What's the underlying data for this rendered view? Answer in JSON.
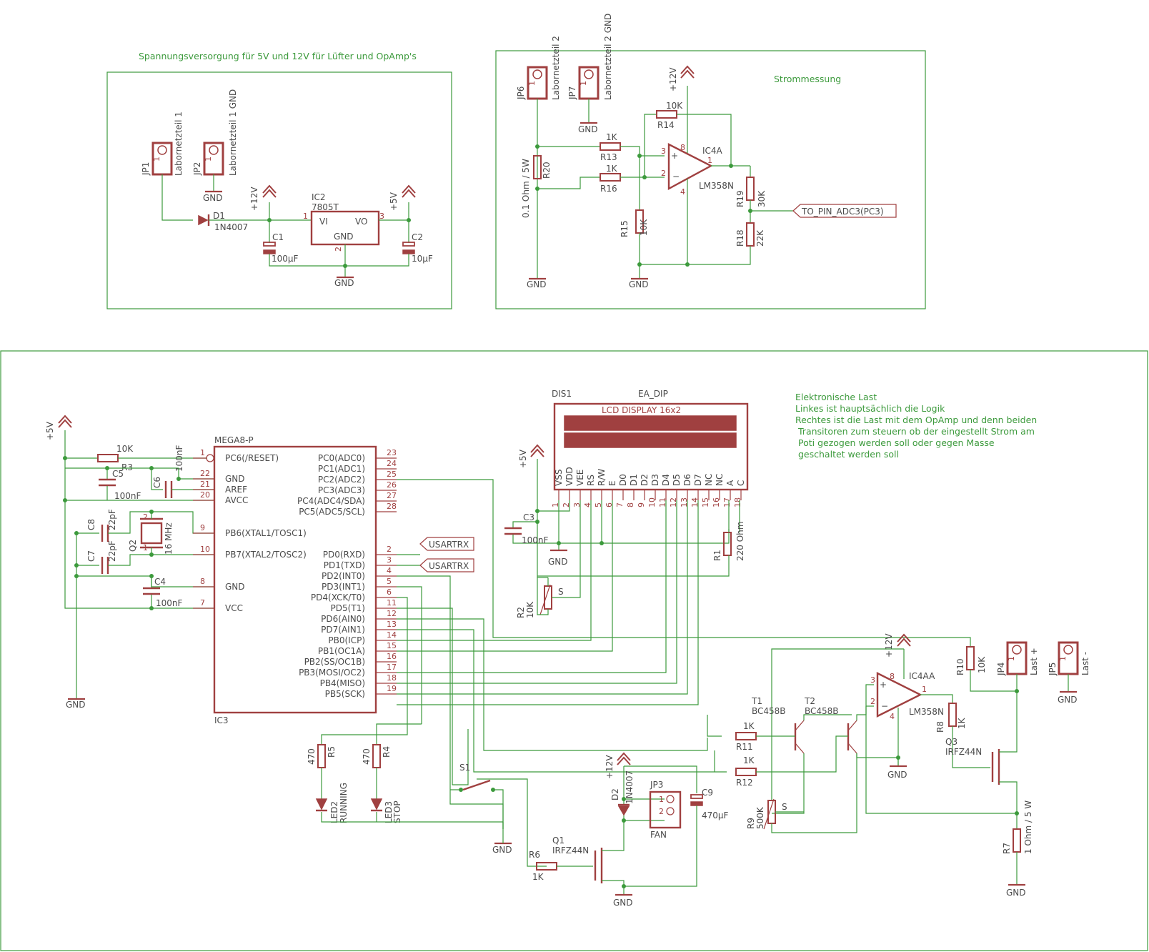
{
  "notes": {
    "supply": "Spannungsversorgung für 5V und 12V für Lüfter und OpAmp's",
    "current": "Strommessung",
    "load1": "Elektronische Last",
    "load2": "Linkes ist hauptsächlich die Logik",
    "load3": "Rechtes ist die Last mit dem OpAmp und denn beiden",
    "load4": "Transitoren zum steuern ob der eingestellt Strom am",
    "load5": "Poti gezogen werden soll oder gegen Masse",
    "load6": "geschaltet werden soll"
  },
  "supply": {
    "jp1": "JP1",
    "jp1_val": "Labornetzteil 1",
    "jp2": "JP2",
    "jp2_val": "Labornetzteil 1 GND",
    "gnd": "GND",
    "d1": "D1",
    "d1_val": "1N4007",
    "v12": "+12V",
    "v5": "+5V",
    "ic2": "IC2",
    "ic2_val": "7805T",
    "vi": "VI",
    "vo": "VO",
    "ic_gnd": "GND",
    "c1": "C1",
    "c1_val": "100µF",
    "c2": "C2",
    "c2_val": "10µF",
    "pin1": "1",
    "pin2": "2",
    "pin3": "3"
  },
  "current": {
    "jp6": "JP6",
    "jp6_val": "Labornetzteil 2",
    "jp7": "JP7",
    "jp7_val": "Labornetzteil 2 GND",
    "gnd": "GND",
    "v12": "+12V",
    "r14": "R14",
    "r14_val": "10K",
    "r13": "R13",
    "r13_val": "1K",
    "r16": "R16",
    "r16_val": "1K",
    "r15": "R15",
    "r15_val": "10K",
    "r20": "R20",
    "r20_val": "0.1 Ohm / 5W",
    "r19": "R19",
    "r19_val": "30K",
    "r18": "R18",
    "r18_val": "22K",
    "ic4a": "IC4A",
    "ic4a_val": "LM358N",
    "label_adc": "TO_PIN_ADC3(PC3)",
    "p1": "1",
    "p2": "2",
    "p3": "3",
    "p4": "4",
    "p8": "8"
  },
  "mcu": {
    "name": "MEGA8-P",
    "ref": "IC3",
    "left_pins": [
      {
        "num": "1",
        "label": "PC6(/RESET)"
      },
      {
        "num": "22",
        "label": "GND"
      },
      {
        "num": "21",
        "label": "AREF"
      },
      {
        "num": "20",
        "label": "AVCC"
      },
      {
        "num": "9",
        "label": "PB6(XTAL1/TOSC1)"
      },
      {
        "num": "10",
        "label": "PB7(XTAL2/TOSC2)"
      },
      {
        "num": "8",
        "label": "GND"
      },
      {
        "num": "7",
        "label": "VCC"
      }
    ],
    "right_pins": [
      {
        "num": "23",
        "label": "PC0(ADC0)"
      },
      {
        "num": "24",
        "label": "PC1(ADC1)"
      },
      {
        "num": "25",
        "label": "PC2(ADC2)"
      },
      {
        "num": "26",
        "label": "PC3(ADC3)"
      },
      {
        "num": "27",
        "label": "PC4(ADC4/SDA)"
      },
      {
        "num": "28",
        "label": "PC5(ADC5/SCL)"
      },
      {
        "num": "2",
        "label": "PD0(RXD)"
      },
      {
        "num": "3",
        "label": "PD1(TXD)"
      },
      {
        "num": "4",
        "label": "PD2(INT0)"
      },
      {
        "num": "5",
        "label": "PD3(INT1)"
      },
      {
        "num": "6",
        "label": "PD4(XCK/T0)"
      },
      {
        "num": "11",
        "label": "PD5(T1)"
      },
      {
        "num": "12",
        "label": "PD6(AIN0)"
      },
      {
        "num": "13",
        "label": "PD7(AIN1)"
      },
      {
        "num": "14",
        "label": "PB0(ICP)"
      },
      {
        "num": "15",
        "label": "PB1(OC1A)"
      },
      {
        "num": "16",
        "label": "PB2(SS/OC1B)"
      },
      {
        "num": "17",
        "label": "PB3(MOSI/OC2)"
      },
      {
        "num": "18",
        "label": "PB4(MISO)"
      },
      {
        "num": "19",
        "label": "PB5(SCK)"
      }
    ]
  },
  "logic": {
    "v5": "+5V",
    "gnd": "GND",
    "r3": "R3",
    "r3_val": "10K",
    "c5": "C5",
    "c5_val": "100nF",
    "c6": "C6",
    "c6_val": "100nF",
    "c8": "C8",
    "c8_val": "22pF",
    "c7": "C7",
    "c7_val": "22pF",
    "q2": "Q2",
    "q2_val": "16 MHz",
    "c4": "C4",
    "c4_val": "100nF",
    "usart1": "USARTRX",
    "usart2": "USARTRX",
    "r5": "R5",
    "r5_val": "470",
    "r4": "R4",
    "r4_val": "470",
    "led2": "LED2",
    "led2_val": "RUNNING",
    "led3": "LED3",
    "led3_val": "STOP",
    "s1": "S1",
    "q1": "Q1",
    "q1_val": "IRFZ44N",
    "r6": "R6",
    "r6_val": "1K",
    "d2": "D2",
    "d2_val": "1N4007",
    "jp3": "JP3",
    "jp3_val": "FAN",
    "c9": "C9",
    "c9_val": "470µF",
    "v12": "+12V"
  },
  "lcd": {
    "ref": "DIS1",
    "val": "EA_DIP",
    "title": "LCD DISPLAY 16x2",
    "pins": [
      {
        "num": "1",
        "label": "VSS"
      },
      {
        "num": "2",
        "label": "VDD"
      },
      {
        "num": "3",
        "label": "VEE"
      },
      {
        "num": "4",
        "label": "RS"
      },
      {
        "num": "5",
        "label": "R/W"
      },
      {
        "num": "6",
        "label": "E"
      },
      {
        "num": "7",
        "label": "D0"
      },
      {
        "num": "8",
        "label": "D1"
      },
      {
        "num": "9",
        "label": "D2"
      },
      {
        "num": "10",
        "label": "D3"
      },
      {
        "num": "11",
        "label": "D4"
      },
      {
        "num": "12",
        "label": "D5"
      },
      {
        "num": "13",
        "label": "D6"
      },
      {
        "num": "14",
        "label": "D7"
      },
      {
        "num": "15",
        "label": "NC"
      },
      {
        "num": "16",
        "label": "NC"
      },
      {
        "num": "17",
        "label": "A"
      },
      {
        "num": "18",
        "label": "C"
      }
    ],
    "v5": "+5V",
    "c3": "C3",
    "c3_val": "100nF",
    "gnd": "GND",
    "r1": "R1",
    "r1_val": "220 Ohm",
    "r2": "R2",
    "r2_val": "10K"
  },
  "load": {
    "v12": "+12V",
    "t1": "T1",
    "t1_val": "BC458B",
    "t2": "T2",
    "t2_val": "BC458B",
    "r11": "R11",
    "r11_val": "1K",
    "r12": "R12",
    "r12_val": "1K",
    "r9": "R9",
    "r9_val": "500K",
    "ic4aa": "IC4AA",
    "ic4aa_val": "LM358N",
    "r8": "R8",
    "r8_val": "1K",
    "r10": "R10",
    "r10_val": "10K",
    "q3": "Q3",
    "q3_val": "IRFZ44N",
    "jp4": "JP4",
    "jp4_val": "Last +",
    "jp5": "JP5",
    "jp5_val": "Last -",
    "r7": "R7",
    "r7_val": "1 Ohm / 5 W",
    "gnd": "GND"
  }
}
